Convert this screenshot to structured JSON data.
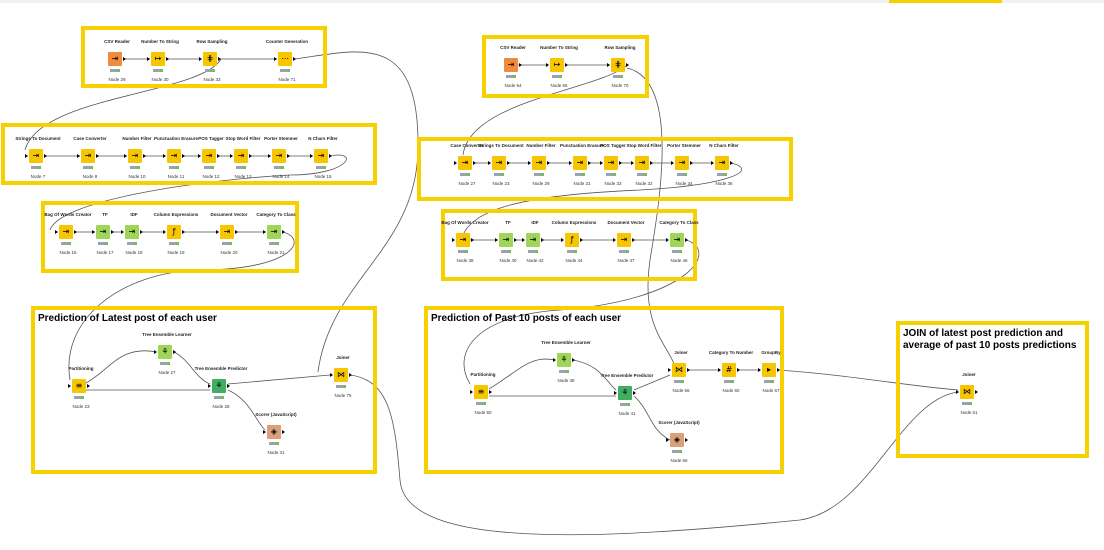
{
  "workspace": {
    "annotations": [
      {
        "id": "a1",
        "title": ""
      },
      {
        "id": "a2",
        "title": ""
      },
      {
        "id": "a3",
        "title": ""
      },
      {
        "id": "a4",
        "title": "Prediction of Latest post of each user"
      },
      {
        "id": "a5",
        "title": ""
      },
      {
        "id": "a6",
        "title": ""
      },
      {
        "id": "a7",
        "title": ""
      },
      {
        "id": "a8",
        "title": "Prediction of Past 10 posts of each user"
      },
      {
        "id": "a9",
        "title": "JOIN of latest post prediction and average of past 10 posts predictions"
      }
    ],
    "nodes": [
      {
        "id": "n1",
        "label": "CSV Reader",
        "name": "Node 29",
        "icon": "csv-reader-icon",
        "color": "#f08a3c"
      },
      {
        "id": "n2",
        "label": "Number To String",
        "name": "Node 30",
        "icon": "number-to-string-icon",
        "color": "#f7c600"
      },
      {
        "id": "n3",
        "label": "Row Sampling",
        "name": "Node 33",
        "icon": "row-sampling-icon",
        "color": "#f7c600"
      },
      {
        "id": "n4",
        "label": "Counter Generation",
        "name": "Node 71",
        "icon": "counter-generation-icon",
        "color": "#f7c600"
      },
      {
        "id": "n5",
        "label": "Strings To Document",
        "name": "Node 7",
        "icon": "strings-to-document-icon",
        "color": "#f7c600"
      },
      {
        "id": "n6",
        "label": "Case Converter",
        "name": "Node 8",
        "icon": "case-converter-icon",
        "color": "#f7c600"
      },
      {
        "id": "n7",
        "label": "Number Filter",
        "name": "Node 10",
        "icon": "number-filter-icon",
        "color": "#f7c600"
      },
      {
        "id": "n8",
        "label": "Punctuation Erasure",
        "name": "Node 11",
        "icon": "punctuation-erasure-icon",
        "color": "#f7c600"
      },
      {
        "id": "n9",
        "label": "POS Tagger",
        "name": "Node 12",
        "icon": "pos-tagger-icon",
        "color": "#f7c600"
      },
      {
        "id": "n10",
        "label": "Stop Word Filter",
        "name": "Node 13",
        "icon": "stop-word-filter-icon",
        "color": "#f7c600"
      },
      {
        "id": "n11",
        "label": "Porter Stemmer",
        "name": "Node 14",
        "icon": "porter-stemmer-icon",
        "color": "#f7c600"
      },
      {
        "id": "n12",
        "label": "N Chars Filter",
        "name": "Node 15",
        "icon": "n-chars-filter-icon",
        "color": "#f7c600"
      },
      {
        "id": "n13",
        "label": "Bag Of Words Creator",
        "name": "Node 16",
        "icon": "bag-of-words-icon",
        "color": "#f7c600"
      },
      {
        "id": "n14",
        "label": "TF",
        "name": "Node 17",
        "icon": "tf-icon",
        "color": "#9fd65a"
      },
      {
        "id": "n15",
        "label": "IDF",
        "name": "Node 18",
        "icon": "idf-icon",
        "color": "#9fd65a"
      },
      {
        "id": "n16",
        "label": "Column Expressions",
        "name": "Node 19",
        "icon": "column-expressions-icon",
        "color": "#f7c600"
      },
      {
        "id": "n17",
        "label": "Document Vector",
        "name": "Node 20",
        "icon": "document-vector-icon",
        "color": "#f7c600"
      },
      {
        "id": "n18",
        "label": "Category To Class",
        "name": "Node 21",
        "icon": "category-to-class-icon",
        "color": "#9fd65a"
      },
      {
        "id": "n19",
        "label": "Partitioning",
        "name": "Node 23",
        "icon": "partitioning-icon",
        "color": "#f7c600"
      },
      {
        "id": "n20",
        "label": "Tree Ensemble Learner",
        "name": "Node 27",
        "icon": "tree-ensemble-learner-icon",
        "color": "#9fd65a"
      },
      {
        "id": "n21",
        "label": "Tree Ensemble Predictor",
        "name": "Node 28",
        "icon": "tree-ensemble-predictor-icon",
        "color": "#3fae63"
      },
      {
        "id": "n22",
        "label": "Scorer (JavaScript)",
        "name": "Node 31",
        "icon": "scorer-icon",
        "color": "#d9a07a"
      },
      {
        "id": "n23",
        "label": "Joiner",
        "name": "Node 75",
        "icon": "joiner-icon",
        "color": "#f7c600"
      },
      {
        "id": "n24",
        "label": "CSV Reader",
        "name": "Node 64",
        "icon": "csv-reader-icon",
        "color": "#f08a3c"
      },
      {
        "id": "n25",
        "label": "Number To String",
        "name": "Node 65",
        "icon": "number-to-string-icon",
        "color": "#f7c600"
      },
      {
        "id": "n26",
        "label": "Row Sampling",
        "name": "Node 70",
        "icon": "row-sampling-icon",
        "color": "#f7c600"
      },
      {
        "id": "n27",
        "label": "Case Converter",
        "name": "Node 27",
        "icon": "case-converter-icon",
        "color": "#f7c600"
      },
      {
        "id": "n28",
        "label": "Strings To Document",
        "name": "Node 23",
        "icon": "strings-to-document-icon",
        "color": "#f7c600"
      },
      {
        "id": "n29",
        "label": "Number Filter",
        "name": "Node 29",
        "icon": "number-filter-icon",
        "color": "#f7c600"
      },
      {
        "id": "n30",
        "label": "Punctuation Erasure",
        "name": "Node 31",
        "icon": "punctuation-erasure-icon",
        "color": "#f7c600"
      },
      {
        "id": "n31",
        "label": "POS Tagger",
        "name": "Node 33",
        "icon": "pos-tagger-icon",
        "color": "#f7c600"
      },
      {
        "id": "n32",
        "label": "Stop Word Filter",
        "name": "Node 32",
        "icon": "stop-word-filter-icon",
        "color": "#f7c600"
      },
      {
        "id": "n33",
        "label": "Porter Stemmer",
        "name": "Node 34",
        "icon": "porter-stemmer-icon",
        "color": "#f7c600"
      },
      {
        "id": "n34",
        "label": "N Chars Filter",
        "name": "Node 36",
        "icon": "n-chars-filter-icon",
        "color": "#f7c600"
      },
      {
        "id": "n35",
        "label": "Bag Of Words Creator",
        "name": "Node 38",
        "icon": "bag-of-words-icon",
        "color": "#f7c600"
      },
      {
        "id": "n36",
        "label": "TF",
        "name": "Node 40",
        "icon": "tf-icon",
        "color": "#9fd65a"
      },
      {
        "id": "n37",
        "label": "IDF",
        "name": "Node 42",
        "icon": "idf-icon",
        "color": "#9fd65a"
      },
      {
        "id": "n38",
        "label": "Column Expressions",
        "name": "Node 44",
        "icon": "column-expressions-icon",
        "color": "#f7c600"
      },
      {
        "id": "n39",
        "label": "Document Vector",
        "name": "Node 47",
        "icon": "document-vector-icon",
        "color": "#f7c600"
      },
      {
        "id": "n40",
        "label": "Category To Class",
        "name": "Node 46",
        "icon": "category-to-class-icon",
        "color": "#9fd65a"
      },
      {
        "id": "n41",
        "label": "Partitioning",
        "name": "Node 50",
        "icon": "partitioning-icon",
        "color": "#f7c600"
      },
      {
        "id": "n42",
        "label": "Tree Ensemble Learner",
        "name": "Node 38",
        "icon": "tree-ensemble-learner-icon",
        "color": "#9fd65a"
      },
      {
        "id": "n43",
        "label": "Tree Ensemble Predictor",
        "name": "Node 41",
        "icon": "tree-ensemble-predictor-icon",
        "color": "#3fae63"
      },
      {
        "id": "n44",
        "label": "Scorer (JavaScript)",
        "name": "Node 66",
        "icon": "scorer-icon",
        "color": "#d9a07a"
      },
      {
        "id": "n45",
        "label": "Joiner",
        "name": "Node 56",
        "icon": "joiner-icon",
        "color": "#f7c600"
      },
      {
        "id": "n46",
        "label": "Category To Number",
        "name": "Node 60",
        "icon": "category-to-number-icon",
        "color": "#f7c600"
      },
      {
        "id": "n47",
        "label": "GroupBy",
        "name": "Node 67",
        "icon": "groupby-icon",
        "color": "#f7c600"
      },
      {
        "id": "n48",
        "label": "Joiner",
        "name": "Node 61",
        "icon": "joiner-icon",
        "color": "#f7c600"
      }
    ]
  }
}
